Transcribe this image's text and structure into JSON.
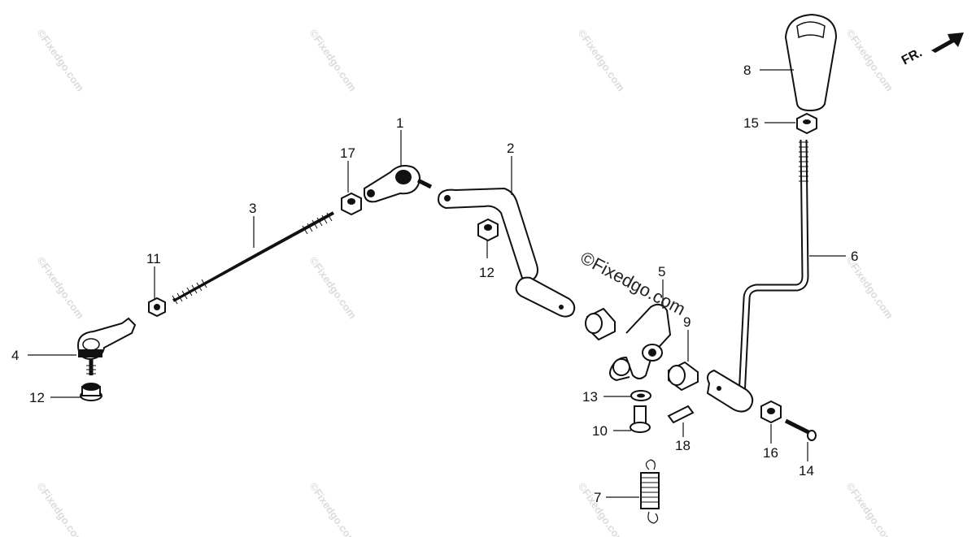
{
  "diagram": {
    "direction_label": "FR.",
    "watermark_text": "©Fixedgo.com",
    "center_watermark_text": "©Fixedgo.com",
    "callouts": [
      {
        "id": "1",
        "label": "1"
      },
      {
        "id": "2",
        "label": "2"
      },
      {
        "id": "3",
        "label": "3"
      },
      {
        "id": "4",
        "label": "4"
      },
      {
        "id": "5",
        "label": "5"
      },
      {
        "id": "6",
        "label": "6"
      },
      {
        "id": "7",
        "label": "7"
      },
      {
        "id": "8",
        "label": "8"
      },
      {
        "id": "9",
        "label": "9"
      },
      {
        "id": "10",
        "label": "10"
      },
      {
        "id": "11",
        "label": "11"
      },
      {
        "id": "12a",
        "label": "12"
      },
      {
        "id": "12b",
        "label": "12"
      },
      {
        "id": "13",
        "label": "13"
      },
      {
        "id": "14",
        "label": "14"
      },
      {
        "id": "15",
        "label": "15"
      },
      {
        "id": "16",
        "label": "16"
      },
      {
        "id": "17",
        "label": "17"
      },
      {
        "id": "18",
        "label": "18"
      }
    ]
  }
}
